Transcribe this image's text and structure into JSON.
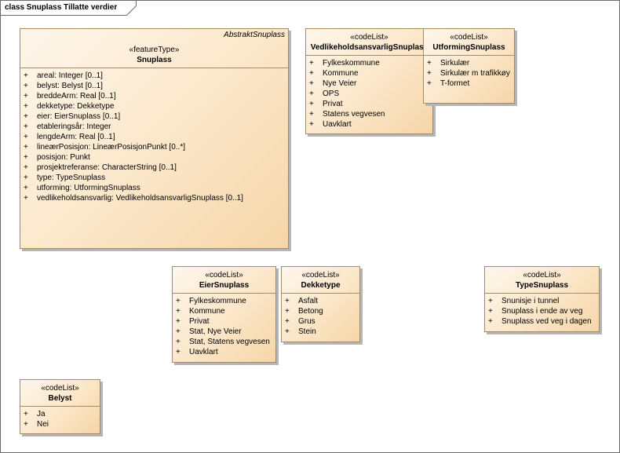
{
  "frame": {
    "title": "class Snuplass Tillatte verdier"
  },
  "classes": {
    "snuplass": {
      "abstract_label": "AbstraktSnuplass",
      "stereotype": "«featureType»",
      "name": "Snuplass",
      "visibility": "+",
      "attributes": [
        "areal: Integer [0..1]",
        "belyst: Belyst [0..1]",
        "breddeArm: Real [0..1]",
        "dekketype: Dekketype",
        "eier: EierSnuplass [0..1]",
        "etableringsår: Integer",
        "lengdeArm: Real [0..1]",
        "lineærPosisjon: LineærPosisjonPunkt [0..*]",
        "posisjon: Punkt",
        "prosjektreferanse: CharacterString [0..1]",
        "type: TypeSnuplass",
        "utforming: UtformingSnuplass",
        "vedlikeholdsansvarlig: VedlikeholdsansvarligSnuplass [0..1]"
      ]
    },
    "vedlikehold": {
      "stereotype": "«codeList»",
      "name": "VedlikeholdsansvarligSnuplass",
      "visibility": "+",
      "values": [
        "Fylkeskommune",
        "Kommune",
        "Nye Veier",
        "OPS",
        "Privat",
        "Statens vegvesen",
        "Uavklart"
      ]
    },
    "utforming": {
      "stereotype": "«codeList»",
      "name": "UtformingSnuplass",
      "visibility": "+",
      "values": [
        "Sirkulær",
        "Sirkulær m trafikkøy",
        "T-formet"
      ]
    },
    "eier": {
      "stereotype": "«codeList»",
      "name": "EierSnuplass",
      "visibility": "+",
      "values": [
        "Fylkeskommune",
        "Kommune",
        "Privat",
        "Stat, Nye Veier",
        "Stat, Statens vegvesen",
        "Uavklart"
      ]
    },
    "dekketype": {
      "stereotype": "«codeList»",
      "name": "Dekketype",
      "visibility": "+",
      "values": [
        "Asfalt",
        "Betong",
        "Grus",
        "Stein"
      ]
    },
    "type": {
      "stereotype": "«codeList»",
      "name": "TypeSnuplass",
      "visibility": "+",
      "values": [
        "Snunisje i tunnel",
        "Snuplass i ende av veg",
        "Snuplass ved veg i dagen"
      ]
    },
    "belyst": {
      "stereotype": "«codeList»",
      "name": "Belyst",
      "visibility": "+",
      "values": [
        "Ja",
        "Nei"
      ]
    }
  },
  "colors": {
    "box_fill_light": "#fff7ec",
    "box_fill_dark": "#f6d6a8",
    "box_border": "#a88a64",
    "shadow": "#b5b5b5",
    "frame_border": "#6b6b6b"
  }
}
